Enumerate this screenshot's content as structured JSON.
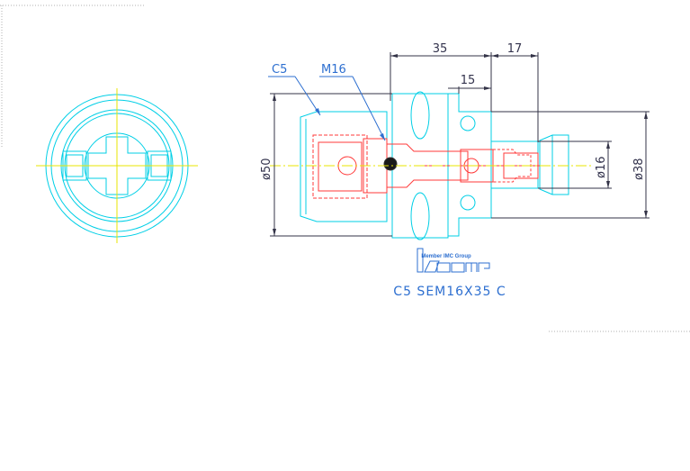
{
  "drawing": {
    "part_number": "C5 SEM16X35 C",
    "logo_text": "Member IMC Group",
    "logo_word": "iscar",
    "labels": {
      "collet": "C5",
      "thread": "M16"
    },
    "dimensions": {
      "length_total": "35",
      "length_right": "17",
      "length_inner": "15",
      "dia_outer": "ø50",
      "dia_flange": "ø38",
      "dia_shank": "ø16"
    }
  },
  "colors": {
    "outline": "#00cfe6",
    "hidden": "#ff3a3a",
    "dimension": "#333347",
    "leader": "#2d6fd0",
    "centerline": "#e8e400"
  }
}
